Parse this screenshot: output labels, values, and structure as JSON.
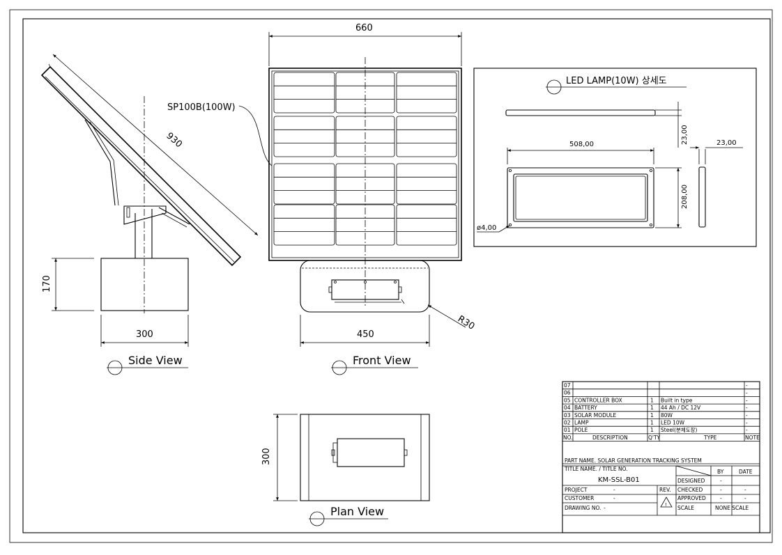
{
  "dimensions": {
    "front_width": "660",
    "side_length": "930",
    "base_height": "170",
    "side_base_width": "300",
    "front_base_width": "450",
    "radius": "R30",
    "plan_height": "300"
  },
  "labels": {
    "panel_model": "SP100B(100W)",
    "side_view": "Side View",
    "front_view": "Front View",
    "plan_view": "Plan View",
    "led_detail": "LED LAMP(10W) 상세도"
  },
  "led_detail": {
    "width": "508,00",
    "thickness_side": "23,00",
    "thickness_top": "23,00",
    "height": "208,00",
    "hole": "ø4,00"
  },
  "bom": {
    "rows": [
      {
        "no": "07",
        "desc": "",
        "qty": "",
        "type": "",
        "note": "-"
      },
      {
        "no": "06",
        "desc": "",
        "qty": "",
        "type": "",
        "note": "-"
      },
      {
        "no": "05",
        "desc": "CONTROLLER BOX",
        "qty": "1",
        "type": "Built in type",
        "note": "-"
      },
      {
        "no": "04",
        "desc": "BATTERY",
        "qty": "1",
        "type": "44 Ah / DC 12V",
        "note": "-"
      },
      {
        "no": "03",
        "desc": "SOLAR MODULE",
        "qty": "1",
        "type": "80W",
        "note": "-"
      },
      {
        "no": "02",
        "desc": "LAMP",
        "qty": "1",
        "type": "LED 10W",
        "note": "-"
      },
      {
        "no": "01",
        "desc": "POLE",
        "qty": "1",
        "type": "Steel(분체도장)",
        "note": "-"
      }
    ],
    "header": {
      "no": "NO.",
      "desc": "DESCRIPTION",
      "qty": "Q'TY",
      "type": "TYPE",
      "note": "NOTE"
    }
  },
  "title_block": {
    "part_name": "PART NAME.  SOLAR GENERATION TRACKING SYSTEM",
    "title_label": "TITLE NAME. / TITLE NO.",
    "title_no": "KM-SSL-B01",
    "by": "BY",
    "date": "DATE",
    "designed": "DESIGNED",
    "designed_val": "-",
    "checked": "CHECKED",
    "checked_by": "-",
    "checked_date": "-",
    "approved": "APPROVED",
    "approved_by": "-",
    "approved_date": "-",
    "scale": "SCALE",
    "scale_val": "NONE SCALE",
    "rev": "REV.",
    "project": "PROJECT",
    "project_val": "-",
    "customer": "CUSTOMER",
    "customer_val": "-",
    "drawing_no": "DRAWING NO.",
    "drawing_no_val": "-"
  }
}
